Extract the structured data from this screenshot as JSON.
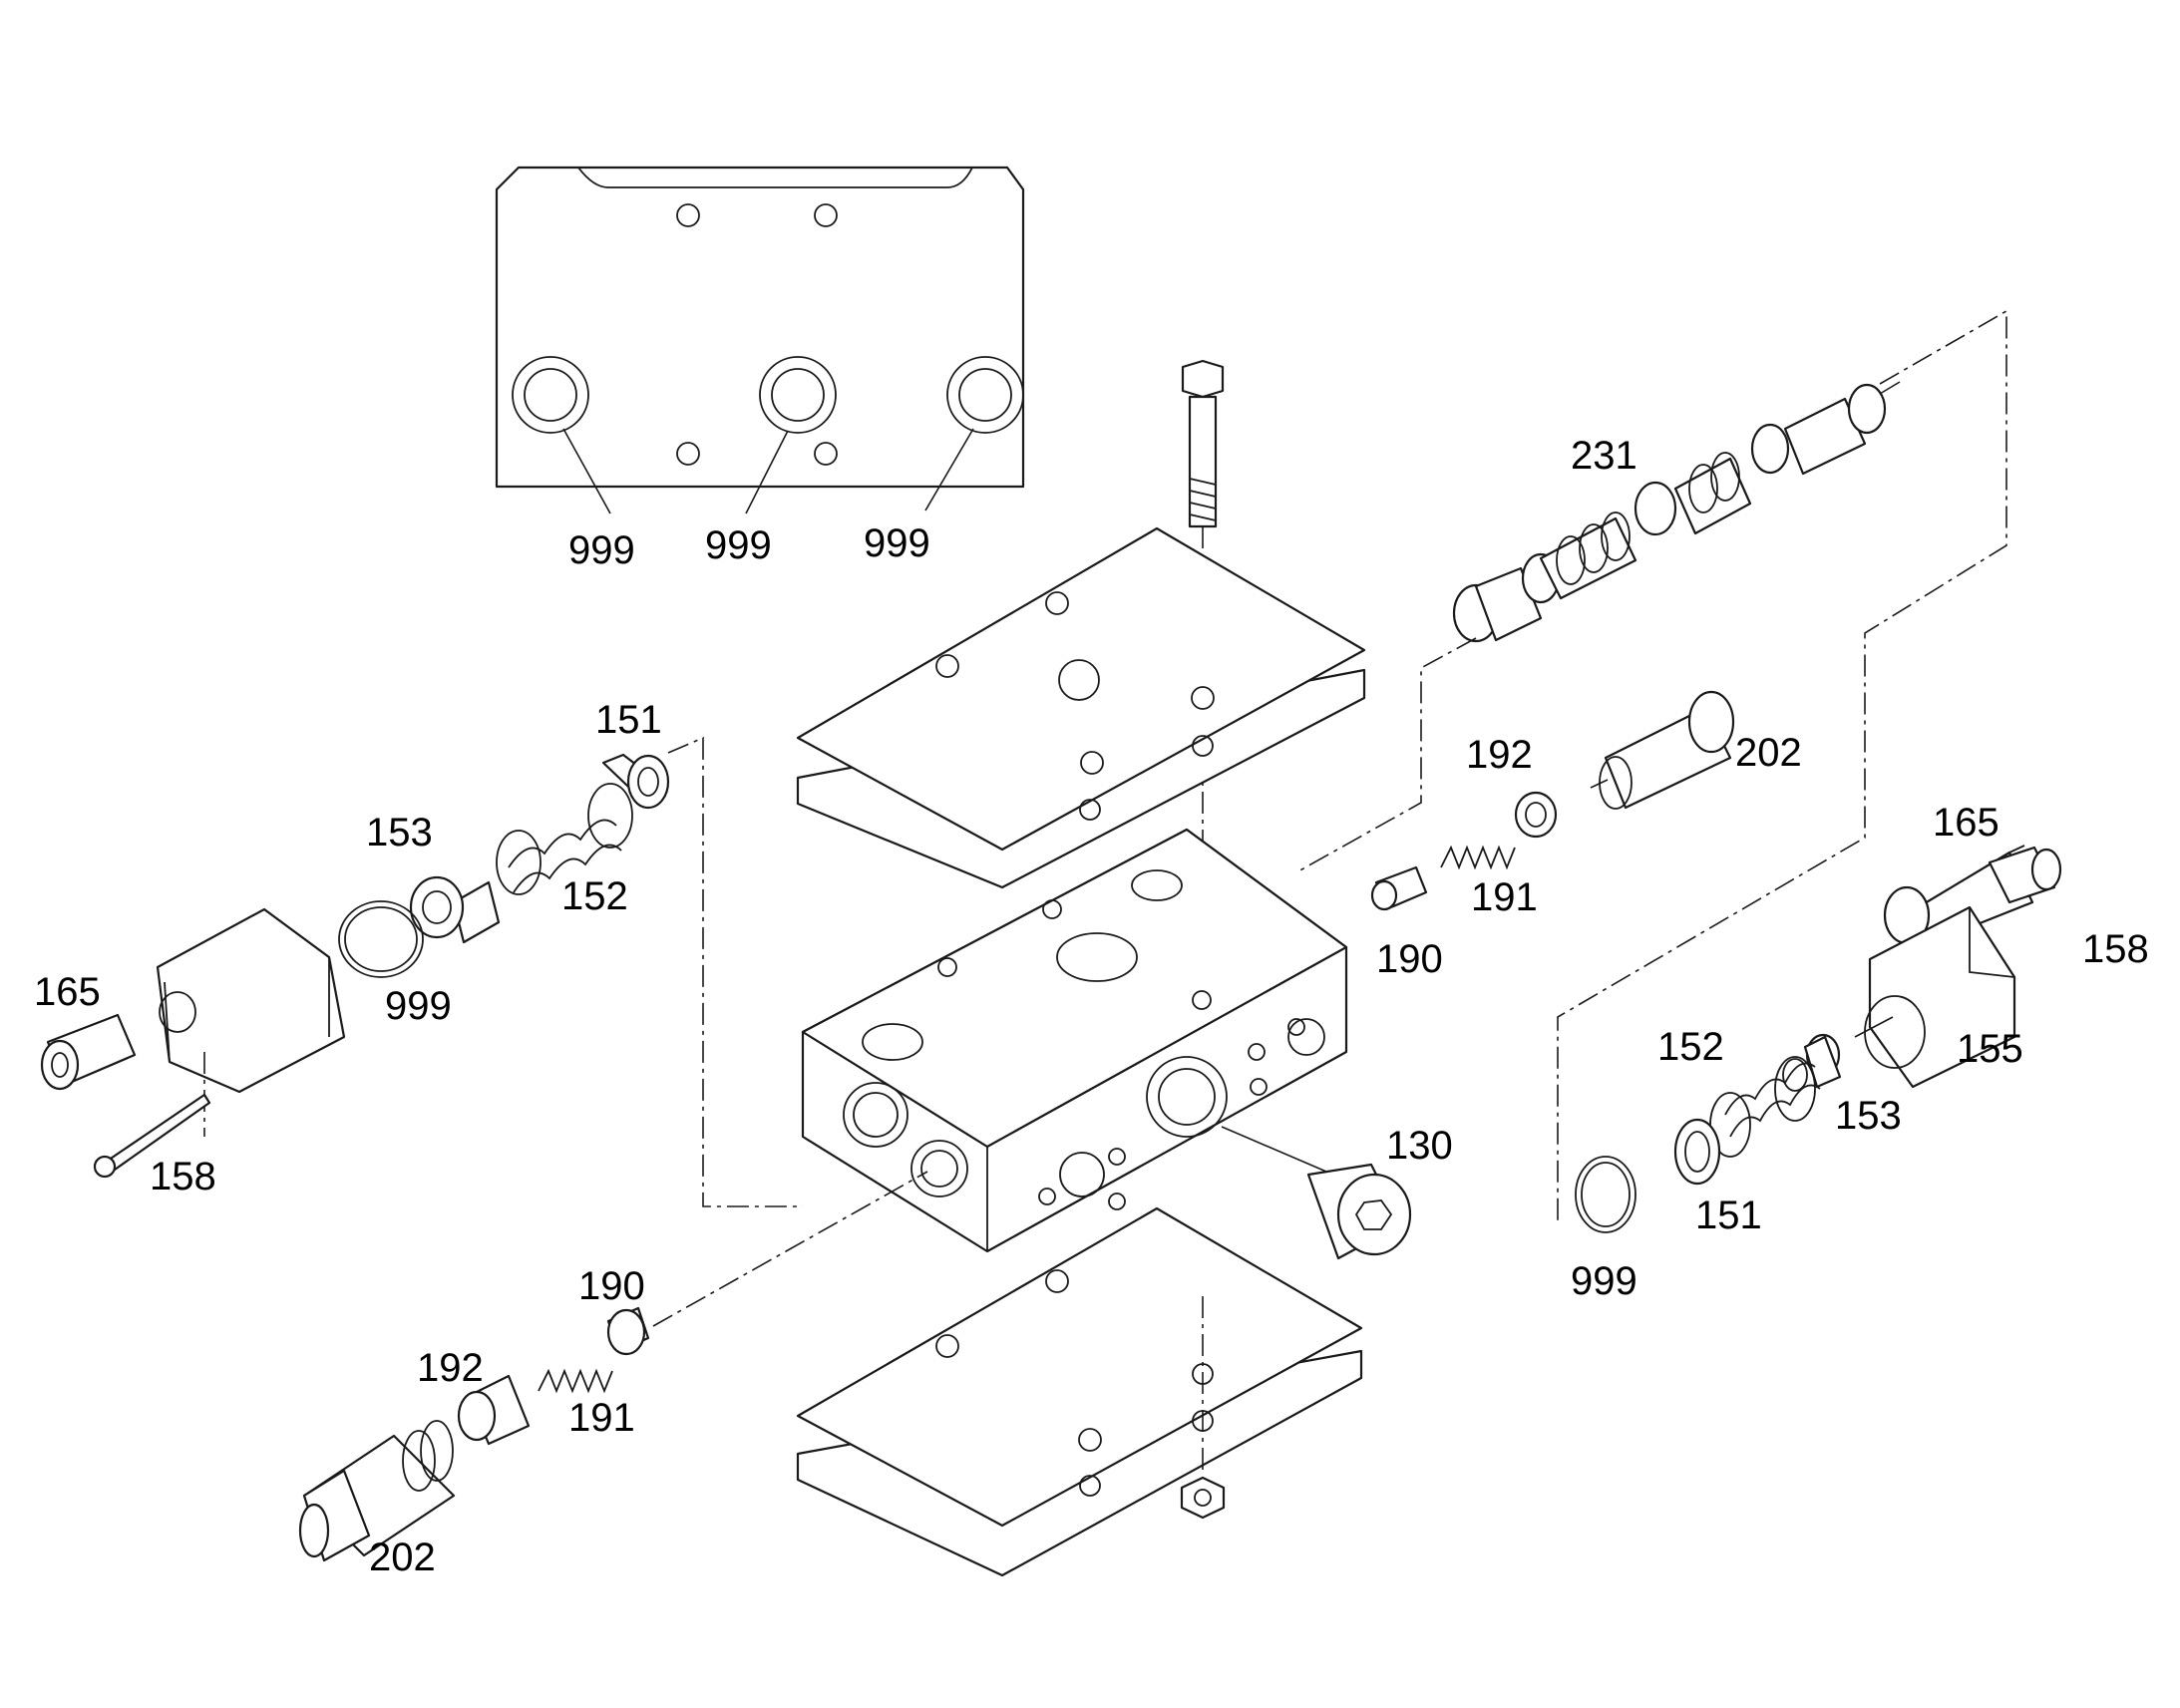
{
  "callouts": [
    "999",
    "999",
    "999",
    "231",
    "151",
    "192",
    "202",
    "153",
    "165",
    "152",
    "999",
    "191",
    "190",
    "165",
    "158",
    "158",
    "152",
    "155",
    "153",
    "130",
    "151",
    "999",
    "190",
    "192",
    "191",
    "202"
  ]
}
